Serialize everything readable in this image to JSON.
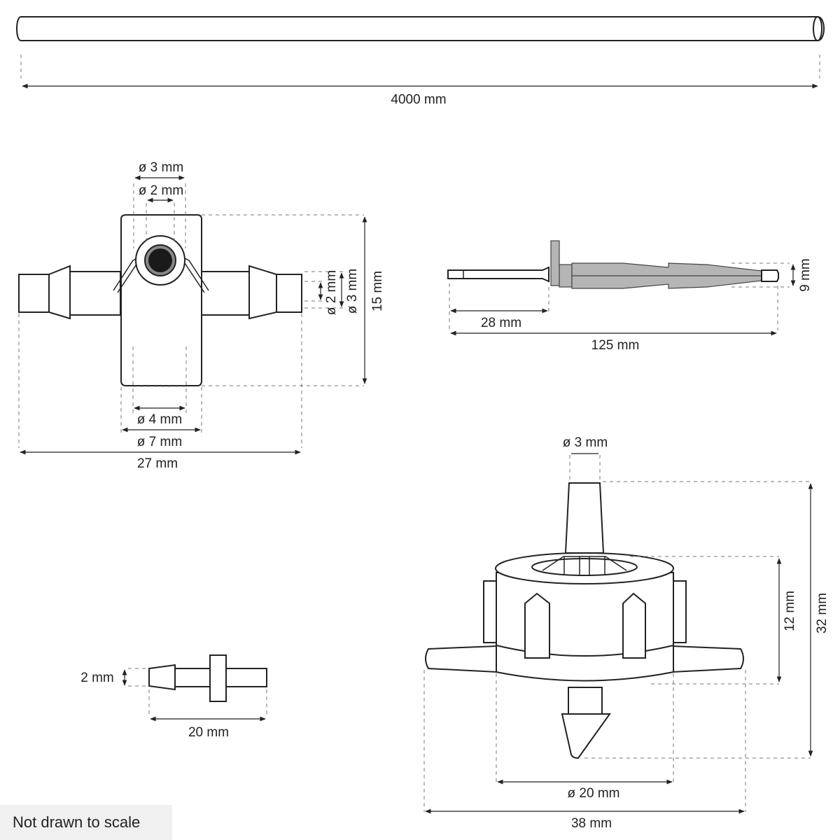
{
  "tube": {
    "length_label": "4000 mm"
  },
  "valve": {
    "top_outer_label": "ø 3 mm",
    "top_inner_label": "ø 2 mm",
    "side_inner_label": "ø 2 mm",
    "side_outer_label": "ø 3 mm",
    "height_label": "15 mm",
    "bottom_inner_label": "ø 4 mm",
    "bottom_outer_label": "ø 7 mm",
    "width_label": "27 mm"
  },
  "stake": {
    "tip_label": "28 mm",
    "length_label": "125 mm",
    "diameter_label": "9 mm"
  },
  "connector": {
    "diameter_label": "2 mm",
    "length_label": "20 mm"
  },
  "dripper": {
    "top_label": "ø 3 mm",
    "body_height_label": "12 mm",
    "total_height_label": "32 mm",
    "base_label": "ø 20 mm",
    "width_label": "38 mm"
  },
  "footer": {
    "note": "Not drawn to scale"
  }
}
